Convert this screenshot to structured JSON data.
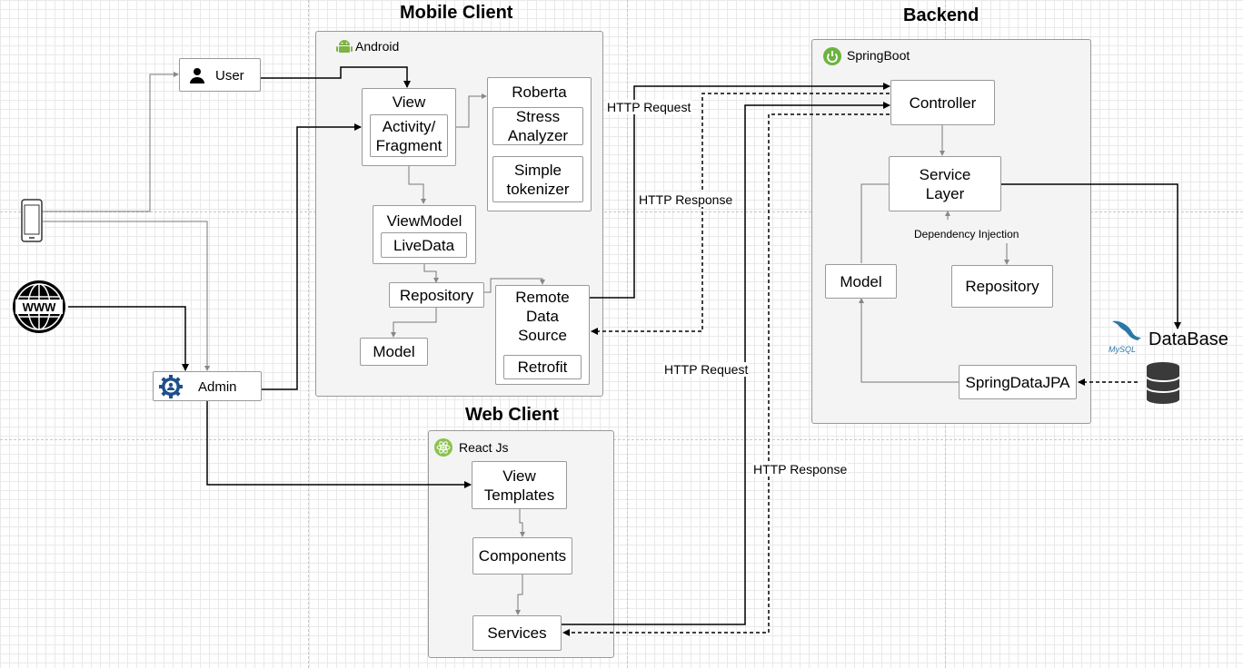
{
  "titles": {
    "mobile_client": "Mobile Client",
    "backend": "Backend",
    "web_client": "Web Client"
  },
  "containers": {
    "android": "Android",
    "springboot": "SpringBoot",
    "react": "React Js"
  },
  "actors": {
    "user": "User",
    "admin": "Admin"
  },
  "android": {
    "view": "View",
    "activity_fragment": "Activity/ Fragment",
    "roberta": "Roberta",
    "stress_analyzer": "Stress Analyzer",
    "simple_tokenizer": "Simple tokenizer",
    "viewmodel": "ViewModel",
    "livedata": "LiveData",
    "repository": "Repository",
    "model": "Model",
    "remote_data_source": "Remote Data Source",
    "retrofit": "Retrofit"
  },
  "backend": {
    "controller": "Controller",
    "service_layer": "Service Layer",
    "dependency_injection": "Dependency Injection",
    "model": "Model",
    "repository": "Repository",
    "springdatajpa": "SpringDataJPA",
    "database": "DataBase",
    "mysql_logo_text": "MySQL"
  },
  "web": {
    "view_templates": "View Templates",
    "components": "Components",
    "services": "Services"
  },
  "edge_labels": {
    "http_request_1": "HTTP Request",
    "http_response_1": "HTTP Response",
    "http_request_2": "HTTP Request",
    "http_response_2": "HTTP Response"
  },
  "icons": {
    "www": "WWW"
  },
  "colors": {
    "android_green": "#7cb342",
    "spring_green": "#6db33f",
    "react_green": "#8bc34a",
    "mysql_blue": "#2b78a8",
    "admin_blue": "#1e4f8a"
  }
}
